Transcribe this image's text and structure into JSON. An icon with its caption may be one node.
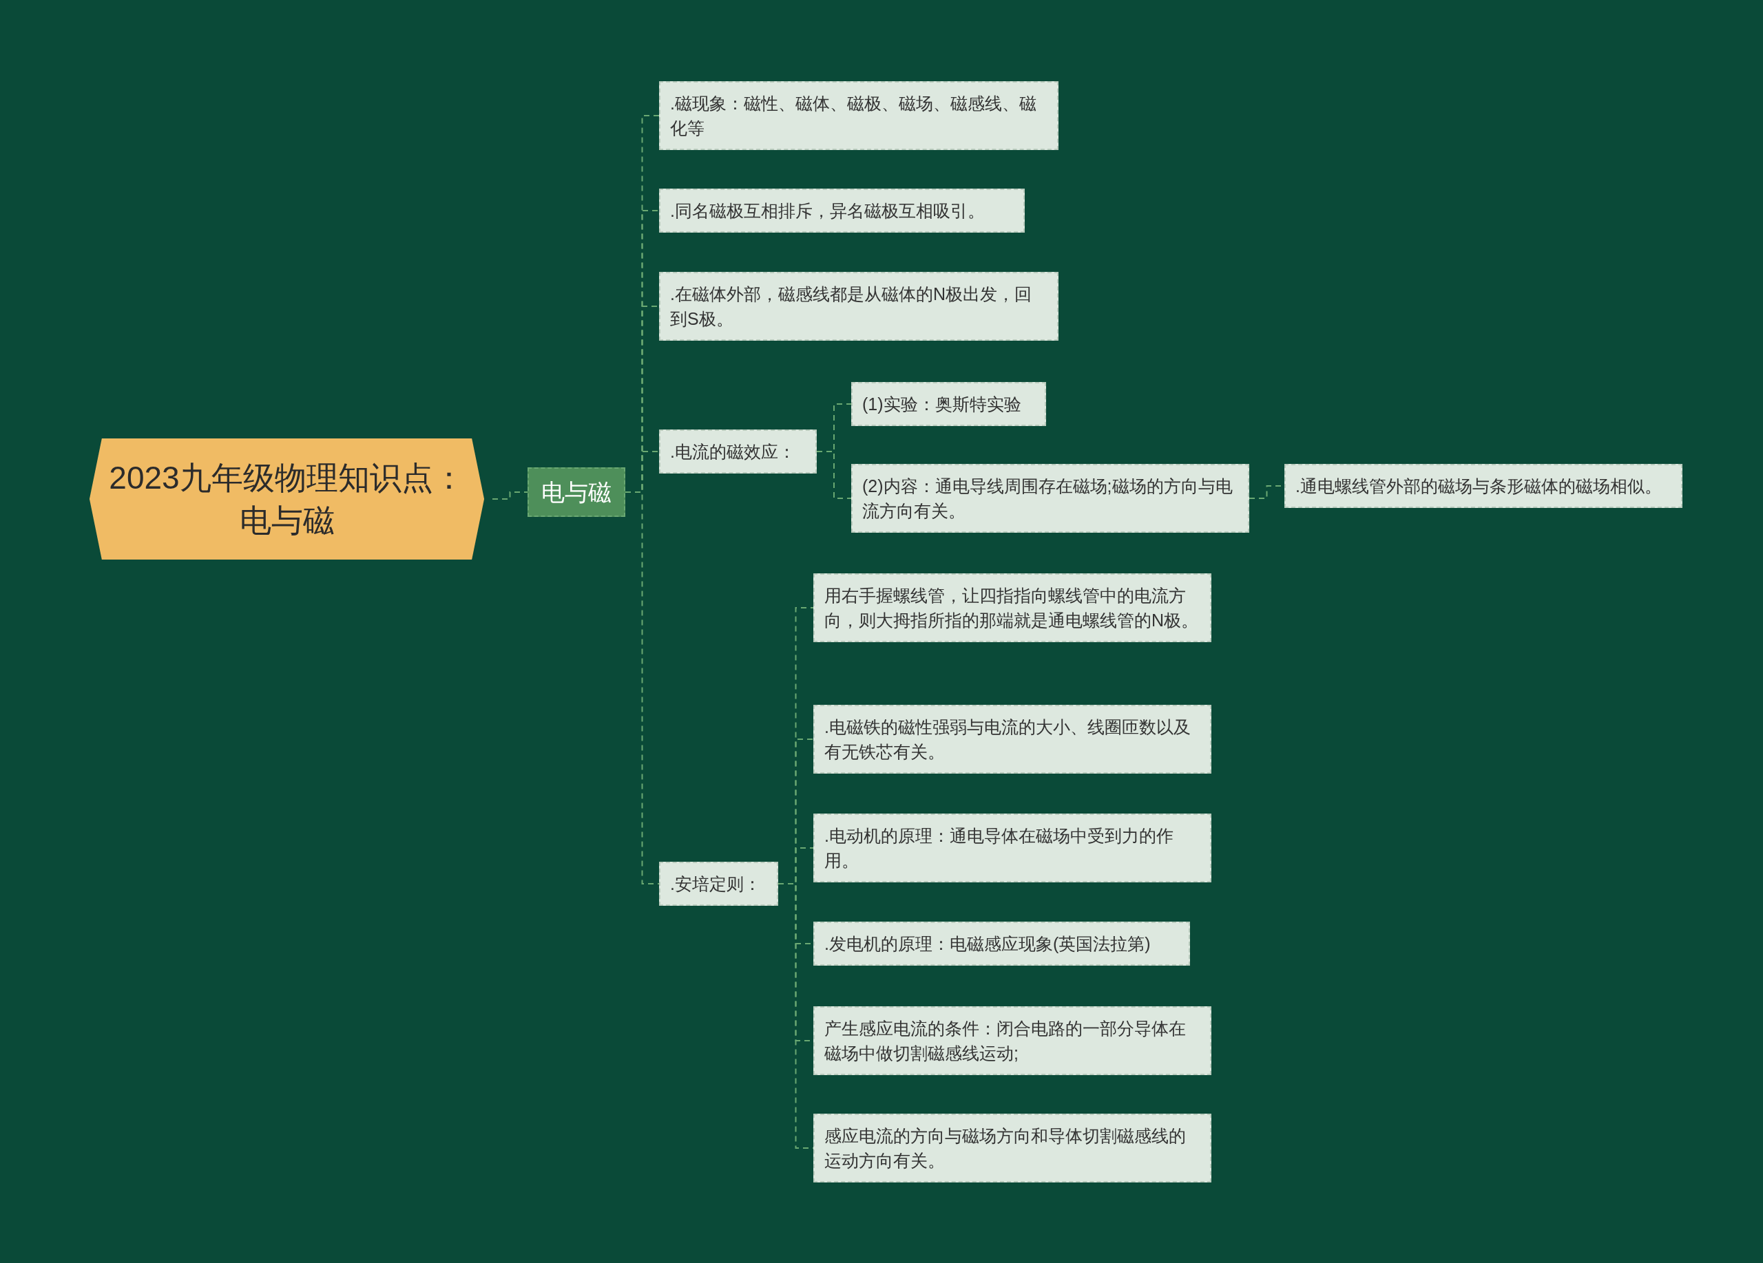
{
  "diagram": {
    "nodes": [
      {
        "text": [
          "2023九年级物理知识点：电与磁"
        ]
      },
      {
        "text": [
          "电与磁"
        ]
      },
      {
        "text": [
          ".磁现象：磁性、磁体、磁极、磁场、磁感线、磁化等"
        ]
      },
      {
        "text": [
          ".同名磁极互相排斥，异名磁极互相吸引。"
        ]
      },
      {
        "text": [
          ".在磁体外部，磁感线都是从磁体的N极出发，回到S极。"
        ]
      },
      {
        "text": [
          ".电流的磁效应："
        ]
      },
      {
        "text": [
          "(1)实验：奥斯特实验"
        ]
      },
      {
        "text": [
          "(2)内容：通电导线周围存在磁场;磁场的方向与电流方向有关。"
        ]
      },
      {
        "text": [
          ".通电螺线管外部的磁场与条形磁体的磁场相似。"
        ]
      },
      {
        "text": [
          ".安培定则："
        ]
      },
      {
        "text": [
          "用右手握螺线管，让四指指向螺线管中的电流方向，则大拇指所指的那端就是通电螺线管的N极。"
        ]
      },
      {
        "text": [
          ".电磁铁的磁性强弱与电流的大小、线圈匝数以及有无铁芯有关。"
        ]
      },
      {
        "text": [
          ".电动机的原理：通电导体在磁场中受到力的作用。"
        ]
      },
      {
        "text": [
          ".发电机的原理：电磁感应现象(英国法拉第)"
        ]
      },
      {
        "text": [
          "产生感应电流的条件：闭合电路的一部分导体在磁场中做切割磁感线运动;"
        ]
      },
      {
        "text": [
          "感应电流的方向与磁场方向和导体切割磁感线的运动方向有关。"
        ]
      }
    ],
    "edges": [
      {
        "from": 0,
        "to": 1,
        "arrow": "none"
      },
      {
        "from": 1,
        "to": 2,
        "arrow": "none"
      },
      {
        "from": 1,
        "to": 3,
        "arrow": "none"
      },
      {
        "from": 1,
        "to": 4,
        "arrow": "none"
      },
      {
        "from": 1,
        "to": 5,
        "arrow": "none"
      },
      {
        "from": 1,
        "to": 9,
        "arrow": "none"
      },
      {
        "from": 5,
        "to": 6,
        "arrow": "none"
      },
      {
        "from": 5,
        "to": 7,
        "arrow": "none"
      },
      {
        "from": 7,
        "to": 8,
        "arrow": "none"
      },
      {
        "from": 9,
        "to": 10,
        "arrow": "none"
      },
      {
        "from": 9,
        "to": 11,
        "arrow": "none"
      },
      {
        "from": 9,
        "to": 12,
        "arrow": "none"
      },
      {
        "from": 9,
        "to": 13,
        "arrow": "none"
      },
      {
        "from": 9,
        "to": 14,
        "arrow": "none"
      },
      {
        "from": 9,
        "to": 15,
        "arrow": "none"
      }
    ]
  }
}
